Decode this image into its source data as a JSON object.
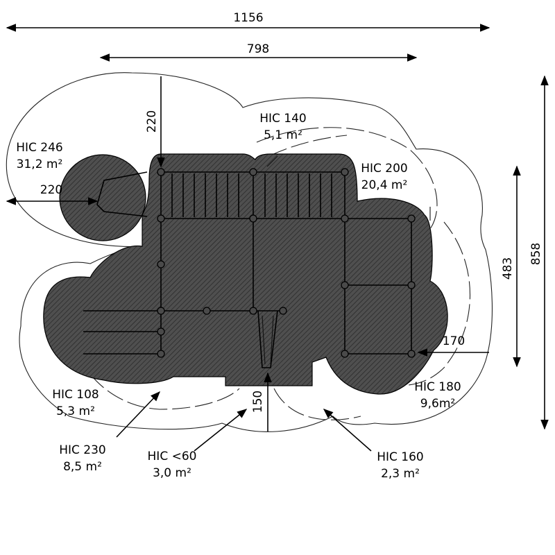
{
  "dimensions": {
    "total_width": "1156",
    "inner_width": "798",
    "total_height": "858",
    "inner_height": "483",
    "top_offset": "220",
    "left_offset": "220",
    "right_offset": "170",
    "bottom_offset": "150"
  },
  "zones": [
    {
      "hic": "HIC 246",
      "area": "31,2 m²"
    },
    {
      "hic": "HIC 140",
      "area": "5,1 m²"
    },
    {
      "hic": "HIC 200",
      "area": "20,4 m²"
    },
    {
      "hic": "HIC 108",
      "area": "5,3 m²"
    },
    {
      "hic": "HIC 180",
      "area": "9,6m²"
    },
    {
      "hic": "HIC 230",
      "area": "8,5 m²"
    },
    {
      "hic": "HIC <60",
      "area": "3,0 m²"
    },
    {
      "hic": "HIC 160",
      "area": "2,3 m²"
    }
  ]
}
